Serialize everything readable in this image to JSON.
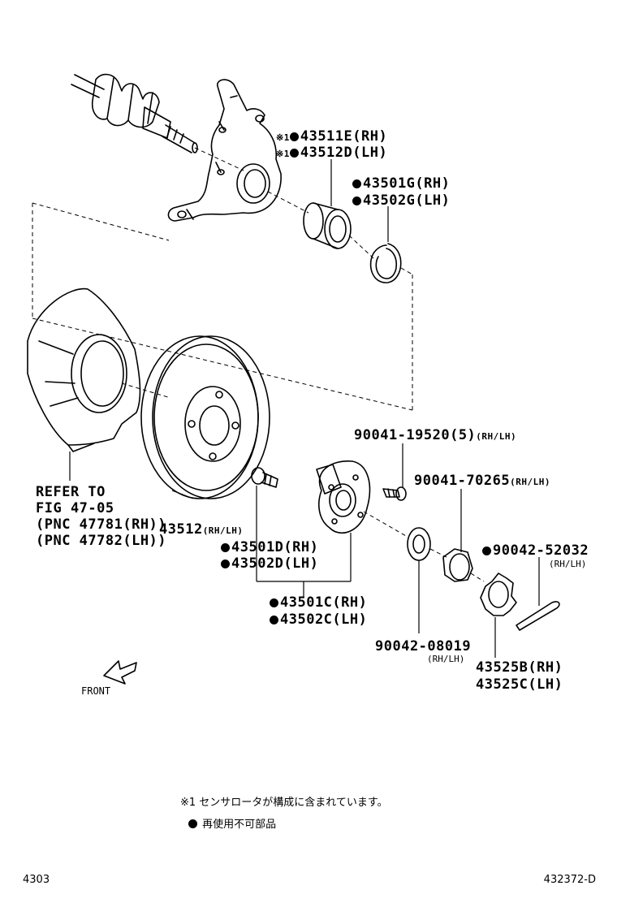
{
  "labels": {
    "hub_bolt_rh_lh": {
      "code": "90041-19520(5)",
      "suffix": "(RH/LH)"
    },
    "axle_hub_rh": {
      "marker": "※1",
      "code": "43511E",
      "side": "(RH)"
    },
    "axle_hub_lh": {
      "marker": "※1",
      "code": "43512D",
      "side": "(LH)"
    },
    "bearing_rh": {
      "code": "43501G",
      "side": "(RH)"
    },
    "bearing_lh": {
      "code": "43502G",
      "side": "(LH)"
    },
    "bolt_70265": {
      "code": "90041-70265",
      "suffix": "(RH/LH)"
    },
    "refer": {
      "line1": "REFER TO",
      "line2": "FIG 47-05",
      "line3": "(PNC 47781(RH))",
      "line4": "(PNC 47782(LH))"
    },
    "disc": {
      "code": "43512",
      "suffix": "(RH/LH)"
    },
    "hub_bolt_rh": {
      "code": "43501D",
      "side": "(RH)"
    },
    "hub_bolt_lh": {
      "code": "43502D",
      "side": "(LH)"
    },
    "hub_rh": {
      "code": "43501C",
      "side": "(RH)"
    },
    "hub_lh": {
      "code": "43502C",
      "side": "(LH)"
    },
    "cotter_pin": {
      "code": "90042-52032",
      "suffix": "(RH/LH)"
    },
    "washer": {
      "code": "90042-08019",
      "suffix": "(RH/LH)"
    },
    "nut_cap_rh": {
      "code": "43525B",
      "side": "(RH)"
    },
    "nut_cap_lh": {
      "code": "43525C",
      "side": "(LH)"
    },
    "front": "FRONT"
  },
  "notes": {
    "note1": "※1 センサロータが構成に含まれています。",
    "note2": "再使用不可部品"
  },
  "footer": {
    "left": "4303",
    "right": "432372-D"
  }
}
